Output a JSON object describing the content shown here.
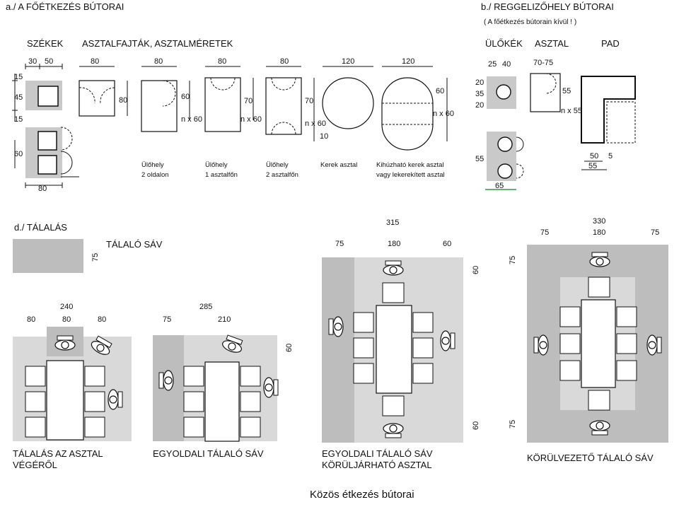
{
  "section_a": {
    "title": "a./ A FŐÉTKEZÉS BÚTORAI",
    "chairs_title": "SZÉKEK",
    "tables_title": "ASZTALFAJTÁK, ASZTALMÉRETEK",
    "chair_dims": {
      "top_a": "30",
      "top_b": "50",
      "left_1": "15",
      "left_2": "45",
      "left_3": "15",
      "pair": "60",
      "bottom": "80"
    },
    "table_widths": [
      "80",
      "80",
      "80",
      "80",
      "120",
      "120"
    ],
    "table_depths": [
      "80",
      "60",
      "70",
      "70",
      "60"
    ],
    "n60": "n x 60",
    "ten": "10",
    "labels": [
      [
        "Ülőhely",
        "2 oldalon"
      ],
      [
        "Ülőhely",
        "1 asztalfőn"
      ],
      [
        "Ülőhely",
        "2 asztalfőn"
      ],
      [
        "Kerek asztal"
      ],
      [
        "Kihúzható kerek asztal",
        "vagy lekerekített asztal"
      ]
    ]
  },
  "section_b": {
    "title": "b./ REGGELIZŐHELY BÚTORAI",
    "note": "( A főétkezés bútorain kívül ! )",
    "stools_title": "ÜLŐKÉK",
    "table_title": "ASZTAL",
    "bench_title": "PAD",
    "dims": {
      "s1": "25",
      "s2": "40",
      "l1": "20",
      "l2": "35",
      "l3": "20",
      "t": "70-75",
      "d": "55",
      "n55": "n x 55",
      "p55": "55",
      "p65": "65",
      "b50": "50",
      "b5": "5",
      "b55": "55"
    }
  },
  "section_d": {
    "title": "d./ TÁLALÁS",
    "band_label": "TÁLALÓ SÁV",
    "band_dim": "75",
    "layout1": {
      "total": "240",
      "a": "80",
      "b": "80",
      "c": "80",
      "caption1": "TÁLALÁS AZ ASZTAL",
      "caption2": "VÉGÉRŐL"
    },
    "layout2": {
      "total": "285",
      "a": "75",
      "b": "210",
      "side": "60",
      "caption": "EGYOLDALI TÁLALÓ SÁV"
    },
    "layout3": {
      "total": "315",
      "a": "75",
      "b": "180",
      "c": "60",
      "v1": "60",
      "v2": "60",
      "caption1": "EGYOLDALI TÁLALÓ SÁV",
      "caption2": "KÖRÜLJÁRHATÓ ASZTAL"
    },
    "layout4": {
      "total": "330",
      "a": "75",
      "b": "180",
      "c": "75",
      "v1": "75",
      "v2": "75",
      "caption": "KÖRÜLVEZETŐ TÁLALÓ SÁV"
    }
  },
  "footer": "Közös étkezés bútorai",
  "colors": {
    "gray": "#bdbdbd",
    "light": "#d9d9d9",
    "ink": "#111111",
    "green": "#2e9a3c"
  }
}
